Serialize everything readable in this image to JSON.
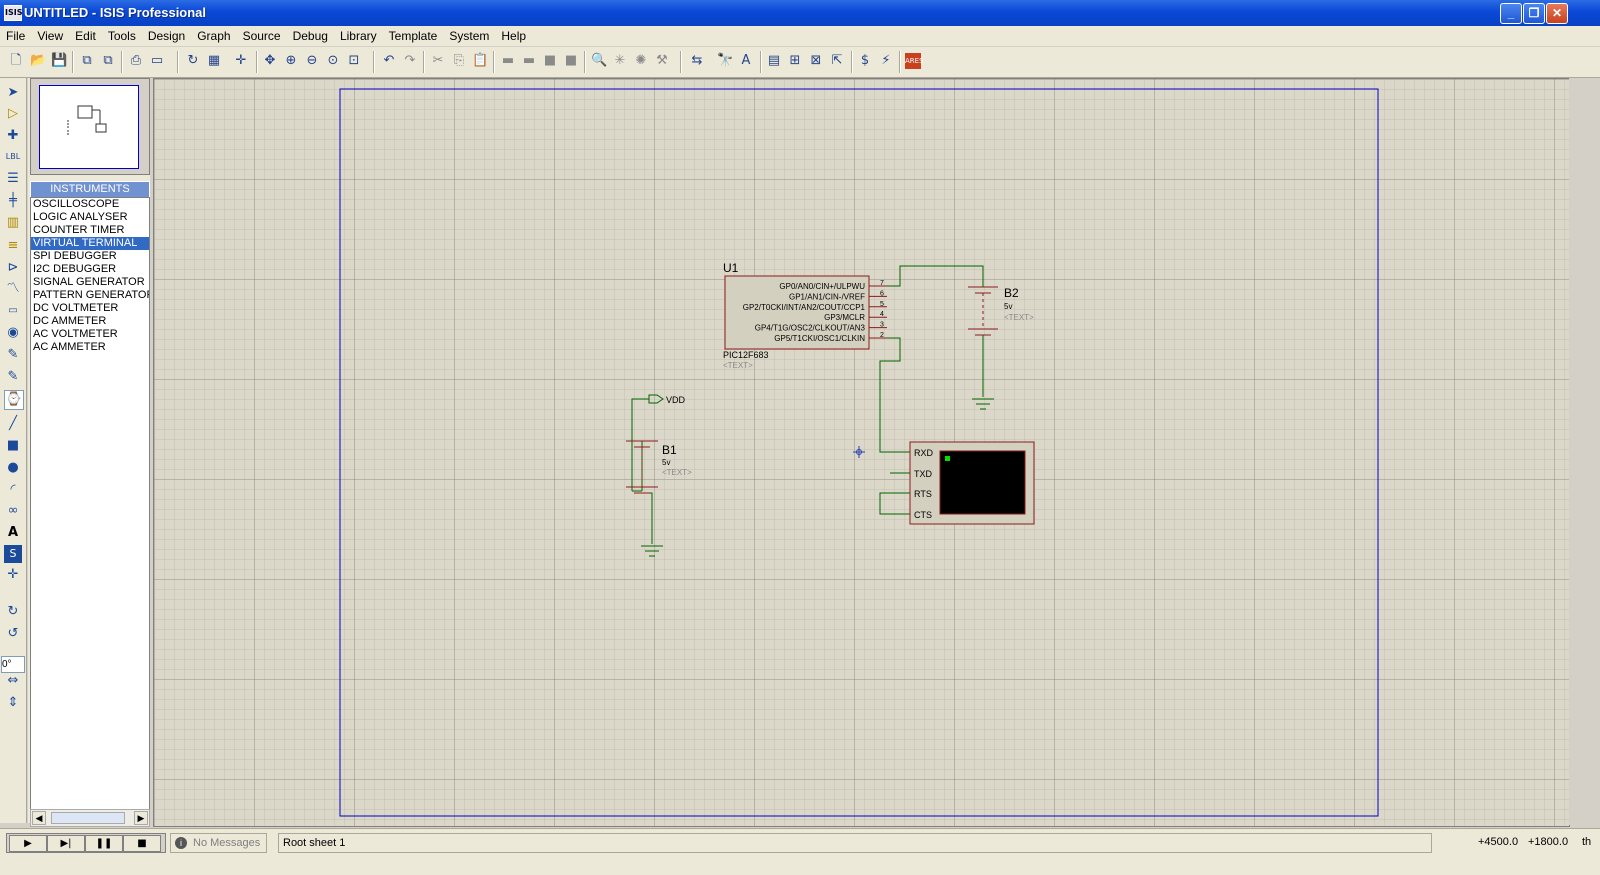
{
  "window": {
    "app_icon": "ISIS",
    "title": "UNTITLED - ISIS Professional"
  },
  "menu": [
    "File",
    "View",
    "Edit",
    "Tools",
    "Design",
    "Graph",
    "Source",
    "Debug",
    "Library",
    "Template",
    "System",
    "Help"
  ],
  "rotation_value": "0°",
  "devices": {
    "header": "INSTRUMENTS",
    "items": [
      "OSCILLOSCOPE",
      "LOGIC ANALYSER",
      "COUNTER TIMER",
      "VIRTUAL TERMINAL",
      "SPI DEBUGGER",
      "I2C DEBUGGER",
      "SIGNAL GENERATOR",
      "PATTERN GENERATOR",
      "DC VOLTMETER",
      "DC AMMETER",
      "AC VOLTMETER",
      "AC AMMETER"
    ],
    "selected_index": 3
  },
  "schematic": {
    "u1": {
      "ref": "U1",
      "part": "PIC12F683",
      "text": "<TEXT>",
      "pins": [
        {
          "label": "GP0/AN0/CIN+/ULPWU",
          "num": "7"
        },
        {
          "label": "GP1/AN1/CIN-/VREF",
          "num": "6"
        },
        {
          "label": "GP2/T0CKI/INT/AN2/COUT/CCP1",
          "num": "5"
        },
        {
          "label": "GP3/MCLR",
          "num": "4"
        },
        {
          "label": "GP4/T1G/OSC2/CLKOUT/AN3",
          "num": "3"
        },
        {
          "label": "GP5/T1CKI/OSC1/CLKIN",
          "num": "2"
        }
      ]
    },
    "b1": {
      "ref": "B1",
      "value": "5v",
      "text": "<TEXT>"
    },
    "b2": {
      "ref": "B2",
      "value": "5v",
      "text": "<TEXT>"
    },
    "vdd": "VDD",
    "terminal": {
      "pins": [
        "RXD",
        "TXD",
        "RTS",
        "CTS"
      ]
    }
  },
  "status": {
    "messages": "No Messages",
    "sheet": "Root sheet 1",
    "x": "+4500.0",
    "y": "+1800.0",
    "unit": "th"
  },
  "colors": {
    "wire": "#006400",
    "component_border": "#8b1a1a",
    "component_fill": "#d4d0c0",
    "sheet_border": "#0000c0"
  }
}
